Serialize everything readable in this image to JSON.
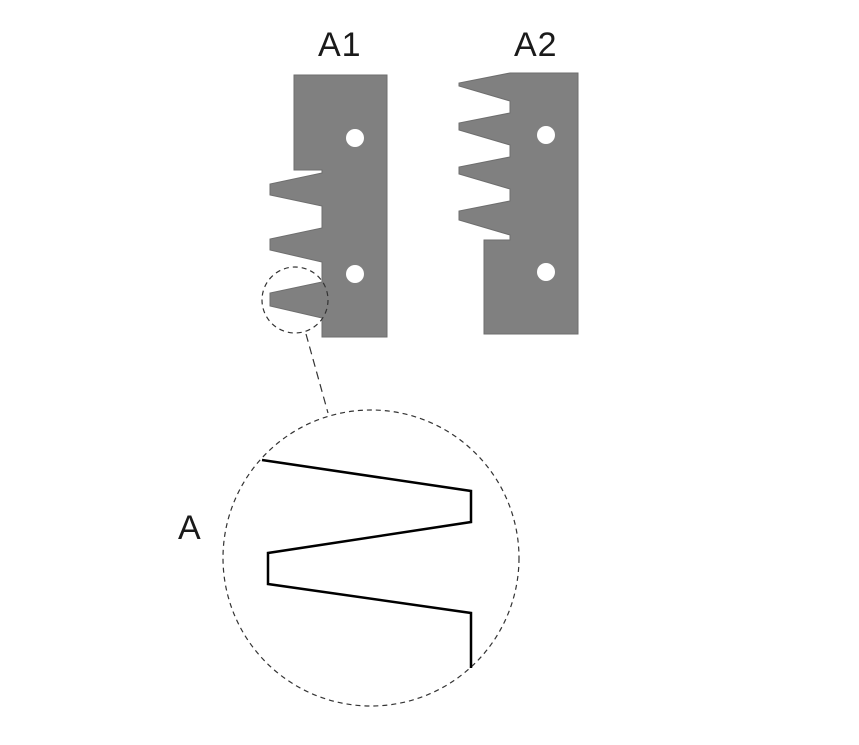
{
  "labels": {
    "knife_a1": "A1",
    "knife_a2": "A2",
    "detail": "A"
  },
  "colors": {
    "knife_fill": "#808080",
    "outline": "#000000",
    "hole": "#ffffff",
    "label": "#1a1a1a",
    "dashed": "#333333"
  }
}
